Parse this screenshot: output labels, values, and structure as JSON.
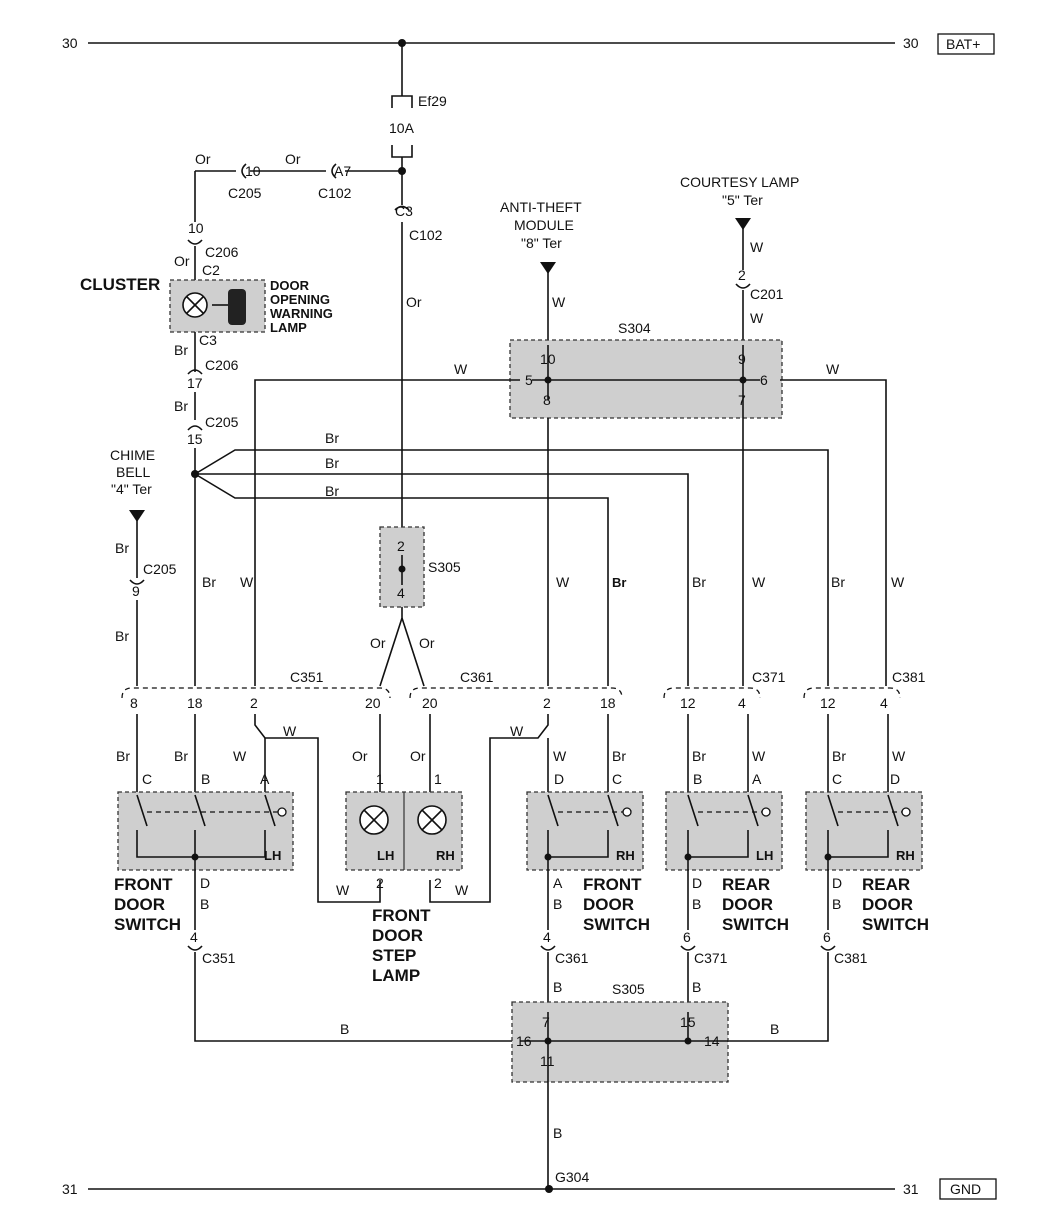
{
  "power": {
    "bus_left": "30",
    "bus_right": "30",
    "tag": "BAT+"
  },
  "ground": {
    "bus_left": "31",
    "bus_right": "31",
    "tag": "GND",
    "point": "G304"
  },
  "fuse": {
    "name": "Ef29",
    "rating": "10A"
  },
  "connectors": {
    "c205_top": "C205",
    "c205_pin10": "10",
    "c102_a7": "A7",
    "c102_label": "C102",
    "c102_c3": "C3",
    "c102_c3_label": "C102",
    "c206_pin10": "10",
    "c206_label": "C206",
    "c2": "C2",
    "c3": "C3",
    "c206_b_label": "C206",
    "c206_pin17": "17",
    "c205_mid_label": "C205",
    "c205_pin15": "15",
    "c205_low_label": "C205",
    "c205_pin9": "9",
    "c201_pin2": "2",
    "c201_label": "C201",
    "c351": "C351",
    "c361": "C361",
    "c371": "C371",
    "c381": "C381",
    "c351_bot_pin": "4",
    "c351_bot": "C351",
    "c361_bot_pin": "4",
    "c361_bot": "C361",
    "c371_bot_pin": "6",
    "c371_bot": "C371",
    "c381_bot_pin": "6",
    "c381_bot": "C381"
  },
  "wire_colors": {
    "or": "Or",
    "w": "W",
    "br": "Br",
    "b": "B"
  },
  "cluster": {
    "title": "CLUSTER",
    "lamp_line1": "DOOR",
    "lamp_line2": "OPENING",
    "lamp_line3": "WARNING",
    "lamp_line4": "LAMP"
  },
  "chime": {
    "line1": "CHIME",
    "line2": "BELL",
    "line3": "\"4\" Ter"
  },
  "anti_theft": {
    "line1": "ANTI-THEFT",
    "line2": "MODULE",
    "line3": "\"8\" Ter"
  },
  "courtesy": {
    "line1": "COURTESY LAMP",
    "line2": "\"5\" Ter"
  },
  "splices": {
    "s304": "S304",
    "s304_pins": [
      "10",
      "5",
      "8",
      "9",
      "6",
      "7"
    ],
    "s305_top": "S305",
    "s305_top_pins": [
      "2",
      "4"
    ],
    "s305_bot": "S305",
    "s305_bot_pins": [
      "7",
      "16",
      "11",
      "15",
      "14"
    ]
  },
  "pins_row": [
    "8",
    "18",
    "2",
    "20",
    "20",
    "2",
    "18",
    "12",
    "4",
    "12",
    "4"
  ],
  "switch_letters": {
    "fl": [
      "C",
      "B",
      "A",
      "D"
    ],
    "fr": [
      "D",
      "C",
      "A"
    ],
    "rl": [
      "B",
      "A",
      "D"
    ],
    "rr": [
      "C",
      "D",
      "D"
    ]
  },
  "sides": {
    "lh": "LH",
    "rh": "RH"
  },
  "lamp_pins": {
    "lh_top": "1",
    "rh_top": "1",
    "lh_bot": "2",
    "rh_bot": "2"
  },
  "captions": {
    "front_lh": [
      "FRONT",
      "DOOR",
      "SWITCH"
    ],
    "front_rh": [
      "FRONT",
      "DOOR",
      "SWITCH"
    ],
    "rear_lh": [
      "REAR",
      "DOOR",
      "SWITCH"
    ],
    "rear_rh": [
      "REAR",
      "DOOR",
      "SWITCH"
    ],
    "step_lamp": [
      "FRONT",
      "DOOR",
      "STEP",
      "LAMP"
    ]
  }
}
